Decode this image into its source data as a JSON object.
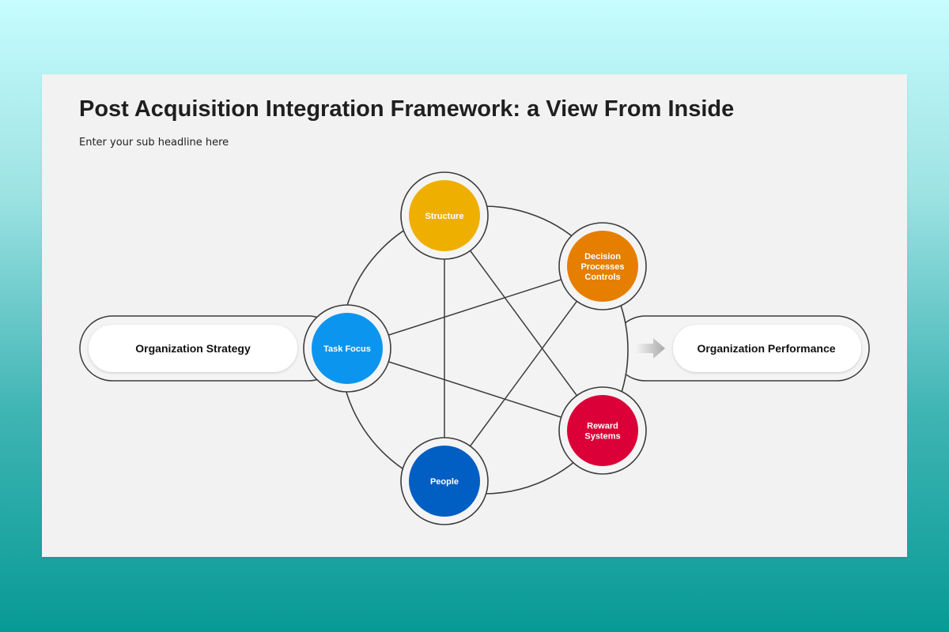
{
  "header": {
    "title": "Post Acquisition Integration Framework: a View From Inside",
    "subtitle": "Enter your sub headline here"
  },
  "diagram": {
    "input": {
      "label": "Organization Strategy"
    },
    "output": {
      "label": "Organization Performance"
    },
    "arrow_icon": "right-arrow-icon",
    "nodes": [
      {
        "id": "structure",
        "lines": [
          "Structure"
        ],
        "color": "#efaf00"
      },
      {
        "id": "decision",
        "lines": [
          "Decision",
          "Processes",
          "Controls"
        ],
        "color": "#e67e00"
      },
      {
        "id": "task-focus",
        "lines": [
          "Task Focus"
        ],
        "color": "#0b95ee"
      },
      {
        "id": "reward",
        "lines": [
          "Reward",
          "Systems"
        ],
        "color": "#db0037"
      },
      {
        "id": "people",
        "lines": [
          "People"
        ],
        "color": "#015ec3"
      }
    ],
    "connections": [
      [
        "structure",
        "people"
      ],
      [
        "structure",
        "reward"
      ],
      [
        "task-focus",
        "decision"
      ],
      [
        "task-focus",
        "reward"
      ],
      [
        "decision",
        "people"
      ]
    ]
  }
}
